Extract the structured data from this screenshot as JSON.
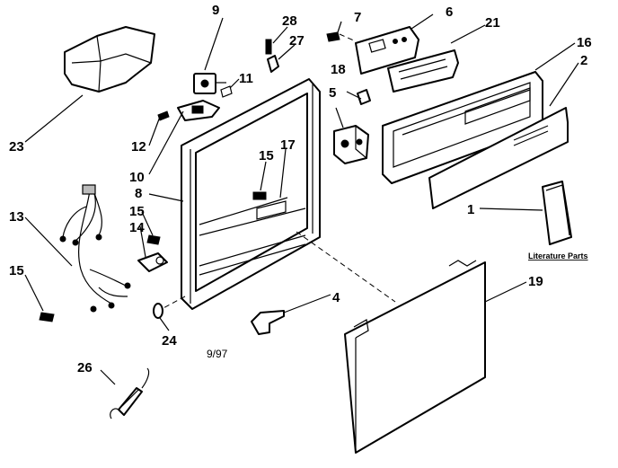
{
  "callouts": {
    "c1": "1",
    "c2": "2",
    "c4": "4",
    "c5": "5",
    "c6": "6",
    "c7": "7",
    "c8": "8",
    "c9": "9",
    "c10": "10",
    "c11": "11",
    "c12": "12",
    "c13": "13",
    "c14": "14",
    "c15a": "15",
    "c15b": "15",
    "c15c": "15",
    "c16": "16",
    "c17": "17",
    "c18": "18",
    "c19": "19",
    "c21": "21",
    "c23": "23",
    "c24": "24",
    "c26": "26",
    "c27": "27",
    "c28": "28"
  },
  "date_code": "9/97",
  "literature_label": "Literature Parts"
}
